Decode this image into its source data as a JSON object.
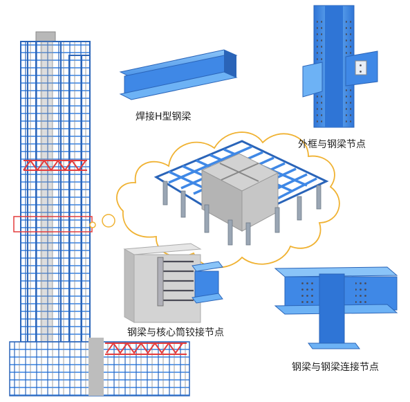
{
  "labels": {
    "welded_h_beam": "焊接H型钢梁",
    "outer_frame_node": "外框与钢梁节点",
    "core_hinge_node": "钢梁与核心筒铰接节点",
    "beam_beam_node": "钢梁与钢梁连接节点"
  },
  "colors": {
    "steel_blue": "#3f88e6",
    "steel_light": "#6db2f5",
    "steel_dark": "#2a64b8",
    "bracing_red": "#e43b3b",
    "cloud_outline": "#f0b232",
    "concrete_gray": "#c9c9c9",
    "bolt_dark": "#4a4a55"
  },
  "icons": {
    "tower": "tower-elevation",
    "h_beam": "h-beam-3d",
    "outer_node": "column-beam-node-3d",
    "core_node": "core-hinge-node-3d",
    "beam_node": "beam-beam-node-3d",
    "floor_plan": "floor-framing-3d"
  }
}
